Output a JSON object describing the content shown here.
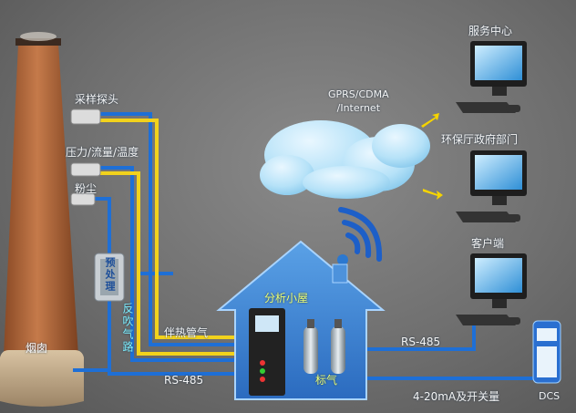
{
  "labels": {
    "sampling_probe": "采样探头",
    "pressure_flow_temp": "压力/流量/温度",
    "dust": "粉尘",
    "chimney": "烟囱",
    "pretreatment": "预处理",
    "backflush_line": "反吹气路",
    "heat_trace_pipe": "伴热管气",
    "rs485_left": "RS-485",
    "analysis_hut": "分析小屋",
    "standard_gas": "标气",
    "rs485_right": "RS-485",
    "signal_line": "4-20mA及开关量",
    "dcs": "DCS",
    "network": "GPRS/CDMA\n/Internet",
    "service_center": "服务中心",
    "epa_dept": "环保厅政府部门",
    "client": "客户端"
  },
  "colors": {
    "pipe_blue": "#1e6fd6",
    "pipe_yellow": "#f2d21c",
    "house_blue": "#3f86d6",
    "chimney_brown": "#b5693c",
    "arrow_yellow": "#f5d400"
  }
}
